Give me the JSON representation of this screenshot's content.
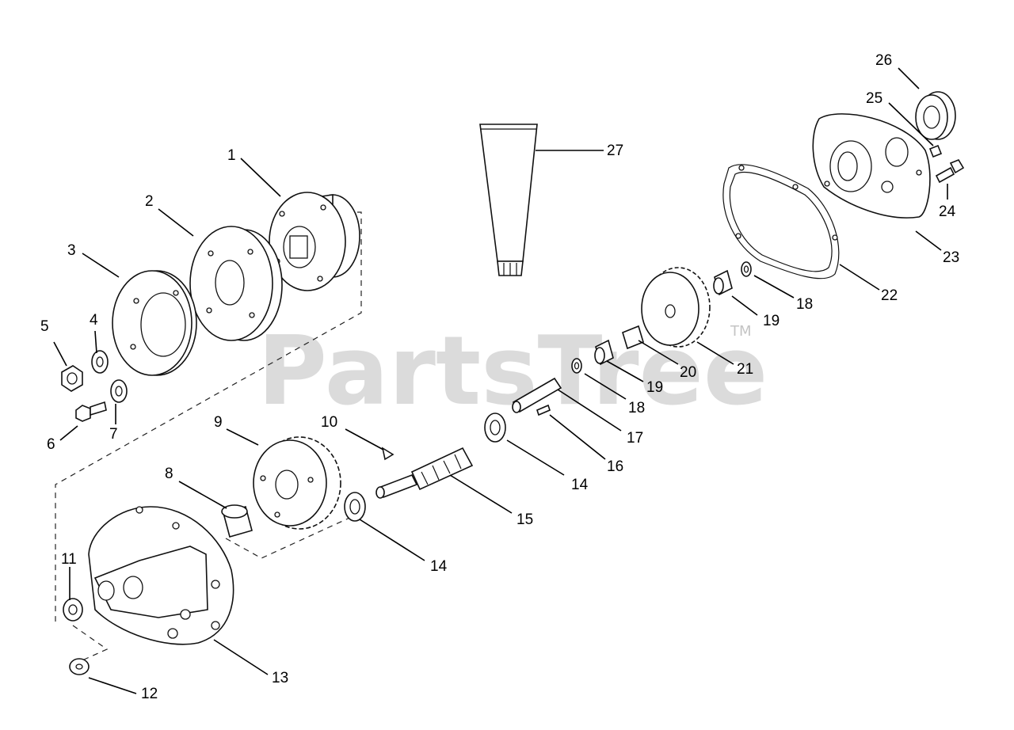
{
  "watermark": {
    "brand": "PartsTree",
    "trademark": "TM"
  },
  "callouts": [
    "1",
    "2",
    "3",
    "4",
    "5",
    "6",
    "7",
    "8",
    "9",
    "10",
    "11",
    "12",
    "13",
    "14",
    "14",
    "15",
    "16",
    "17",
    "18",
    "18",
    "19",
    "19",
    "20",
    "21",
    "22",
    "23",
    "24",
    "25",
    "26",
    "27"
  ]
}
